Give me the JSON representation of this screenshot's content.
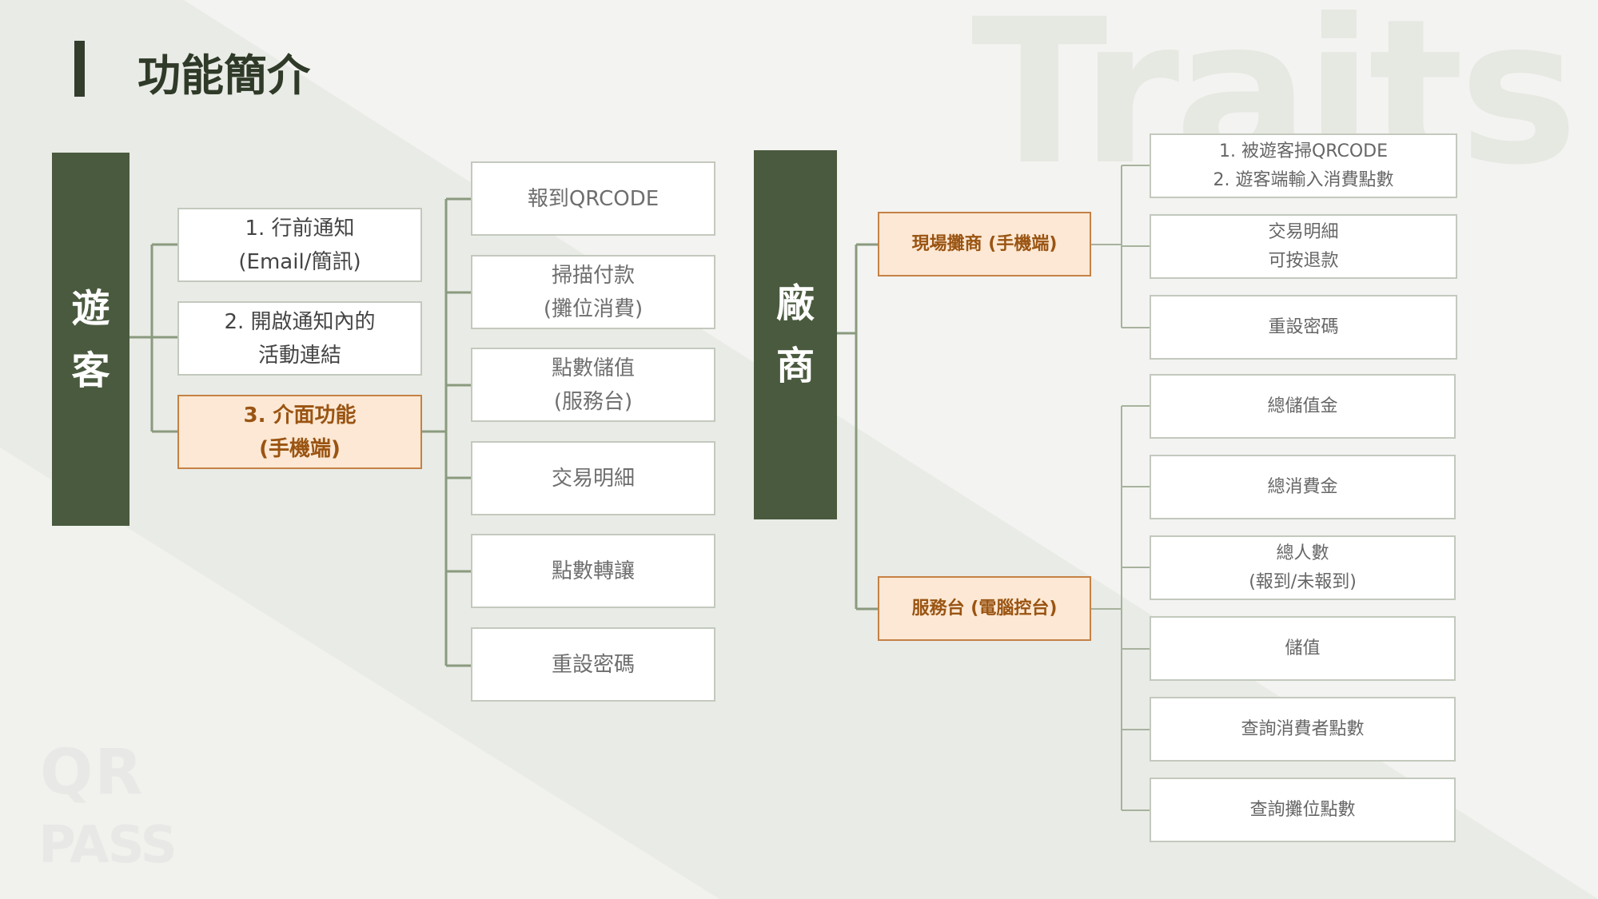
{
  "watermark": "Traits",
  "page_title": "功能簡介",
  "guest": {
    "label_chars": [
      "遊",
      "客"
    ],
    "level1": [
      {
        "lines": [
          "1. 行前通知",
          "(Email/簡訊)"
        ]
      },
      {
        "lines": [
          "2. 開啟通知內的",
          "活動連結"
        ]
      },
      {
        "lines": [
          "3. 介面功能",
          "(手機端)"
        ],
        "highlight": true
      }
    ],
    "features": [
      {
        "lines": [
          "報到QRCODE"
        ]
      },
      {
        "lines": [
          "掃描付款",
          "(攤位消費)"
        ]
      },
      {
        "lines": [
          "點數儲值",
          "(服務台)"
        ]
      },
      {
        "lines": [
          "交易明細"
        ]
      },
      {
        "lines": [
          "點數轉讓"
        ]
      },
      {
        "lines": [
          "重設密碼"
        ]
      }
    ]
  },
  "vendor": {
    "label_chars": [
      "廠",
      "商"
    ],
    "groups": [
      {
        "label": "現場攤商 (手機端)",
        "highlight": true
      },
      {
        "label": "服務台 (電腦控台)",
        "highlight": true
      }
    ],
    "group1_features": [
      {
        "lines": [
          "1. 被遊客掃QRCODE",
          "2. 遊客端輸入消費點數"
        ]
      },
      {
        "lines": [
          "交易明細",
          "可按退款"
        ]
      },
      {
        "lines": [
          "重設密碼"
        ]
      }
    ],
    "group2_features": [
      {
        "lines": [
          "總儲值金"
        ]
      },
      {
        "lines": [
          "總消費金"
        ]
      },
      {
        "lines": [
          "總人數",
          "(報到/未報到)"
        ]
      },
      {
        "lines": [
          "儲值"
        ]
      },
      {
        "lines": [
          "查詢消費者點數"
        ]
      },
      {
        "lines": [
          "查詢攤位點數"
        ]
      }
    ]
  },
  "logo": {
    "line1": "QR",
    "line2": "PASS"
  },
  "colors": {
    "pillar": "#4a5a3e",
    "connector": "#8a9a7e",
    "highlight_fill": "#fce8d4",
    "highlight_border": "#c58145",
    "highlight_text": "#9a5412"
  }
}
